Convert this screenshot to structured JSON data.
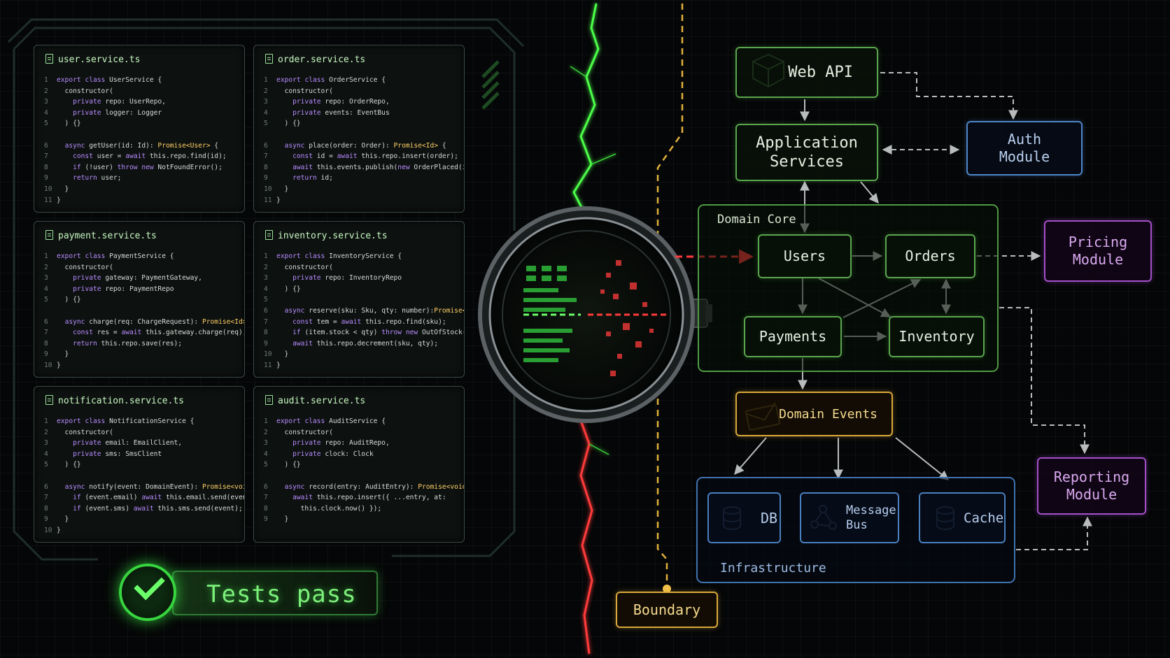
{
  "panels": [
    {
      "title": "user.service.ts",
      "lines": [
        [
          "1",
          "export class UserService {"
        ],
        [
          "2",
          "  constructor("
        ],
        [
          "3",
          "    private repo: UserRepo,"
        ],
        [
          "4",
          "    private logger: Logger"
        ],
        [
          "5",
          "  ) {}"
        ],
        [
          "",
          ""
        ],
        [
          "6",
          "  async getUser(id: Id): Promise<User> {"
        ],
        [
          "7",
          "    const user = await this.repo.find(id);"
        ],
        [
          "8",
          "    if (!user) throw new NotFoundError();"
        ],
        [
          "9",
          "    return user;"
        ],
        [
          "10",
          "  }"
        ],
        [
          "11",
          "}"
        ]
      ]
    },
    {
      "title": "order.service.ts",
      "lines": [
        [
          "1",
          "export class OrderService {"
        ],
        [
          "2",
          "  constructor("
        ],
        [
          "3",
          "    private repo: OrderRepo,"
        ],
        [
          "4",
          "    private events: EventBus"
        ],
        [
          "5",
          "  ) {}"
        ],
        [
          "",
          ""
        ],
        [
          "6",
          "  async place(order: Order): Promise<Id> {"
        ],
        [
          "7",
          "    const id = await this.repo.insert(order);"
        ],
        [
          "8",
          "    await this.events.publish(new OrderPlaced(id));"
        ],
        [
          "9",
          "    return id;"
        ],
        [
          "10",
          "  }"
        ],
        [
          "11",
          "}"
        ]
      ]
    },
    {
      "title": "payment.service.ts",
      "lines": [
        [
          "1",
          "export class PaymentService {"
        ],
        [
          "2",
          "  constructor("
        ],
        [
          "3",
          "    private gateway: PaymentGateway,"
        ],
        [
          "4",
          "    private repo: PaymentRepo"
        ],
        [
          "5",
          "  ) {}"
        ],
        [
          "",
          ""
        ],
        [
          "6",
          "  async charge(req: ChargeRequest): Promise<Id> {"
        ],
        [
          "7",
          "    const res = await this.gateway.charge(req);"
        ],
        [
          "8",
          "    return this.repo.save(res);"
        ],
        [
          "9",
          "  }"
        ],
        [
          "10",
          "}"
        ]
      ]
    },
    {
      "title": "inventory.service.ts",
      "lines": [
        [
          "1",
          "export class InventoryService {"
        ],
        [
          "2",
          "  constructor("
        ],
        [
          "3",
          "    private repo: InventoryRepo"
        ],
        [
          "4",
          "  ) {}"
        ],
        [
          "5",
          ""
        ],
        [
          "6",
          "  async reserve(sku: Sku, qty: number):Promise<void> {"
        ],
        [
          "7",
          "    const tem = await this.repo.find(sku);"
        ],
        [
          "8",
          "    if (item.stock < qty) throw new OutOfStock();"
        ],
        [
          "9",
          "    await this.repo.decrement(sku, qty);"
        ],
        [
          "10",
          "  }"
        ],
        [
          "11",
          "}"
        ]
      ]
    },
    {
      "title": "notification.service.ts",
      "lines": [
        [
          "1",
          "export class NotificationService {"
        ],
        [
          "2",
          "  constructor("
        ],
        [
          "3",
          "    private email: EmailClient,"
        ],
        [
          "4",
          "    private sms: SmsClient"
        ],
        [
          "5",
          "  ) {}"
        ],
        [
          "",
          ""
        ],
        [
          "6",
          "  async notify(event: DomainEvent): Promise<void> {"
        ],
        [
          "7",
          "    if (event.email) await this.email.send(event);"
        ],
        [
          "8",
          "    if (event.sms) await this.sms.send(event);"
        ],
        [
          "9",
          "  }"
        ],
        [
          "10",
          "}"
        ]
      ]
    },
    {
      "title": "audit.service.ts",
      "lines": [
        [
          "1",
          "export class AuditService {"
        ],
        [
          "2",
          "  constructor("
        ],
        [
          "3",
          "    private repo: AuditRepo,"
        ],
        [
          "4",
          "    private clock: Clock"
        ],
        [
          "5",
          "  ) {}"
        ],
        [
          "",
          ""
        ],
        [
          "6",
          "  async record(entry: AuditEntry): Promise<void> {"
        ],
        [
          "7",
          "    await this.repo.insert({ ...entry, at:"
        ],
        [
          "8",
          "      this.clock.now() });"
        ],
        [
          "9",
          "  }"
        ]
      ]
    }
  ],
  "tests": {
    "label": "Tests pass"
  },
  "boundary": {
    "label": "Boundary"
  },
  "architecture": {
    "web_api": "Web API",
    "app_services": "Application\nServices",
    "auth_module": "Auth\nModule",
    "domain_core": "Domain Core",
    "users": "Users",
    "orders": "Orders",
    "payments": "Payments",
    "inventory": "Inventory",
    "pricing_module": "Pricing\nModule",
    "domain_events": "Domain Events",
    "db": "DB",
    "message_bus": "Message\nBus",
    "cache": "Cache",
    "infrastructure": "Infrastructure",
    "reporting_module": "Reporting\nModule"
  },
  "colors": {
    "green": "#5aa64e",
    "blue": "#4f86c8",
    "purple": "#a44fc9",
    "yellow": "#d9a93a",
    "red": "#ff3b3b"
  }
}
